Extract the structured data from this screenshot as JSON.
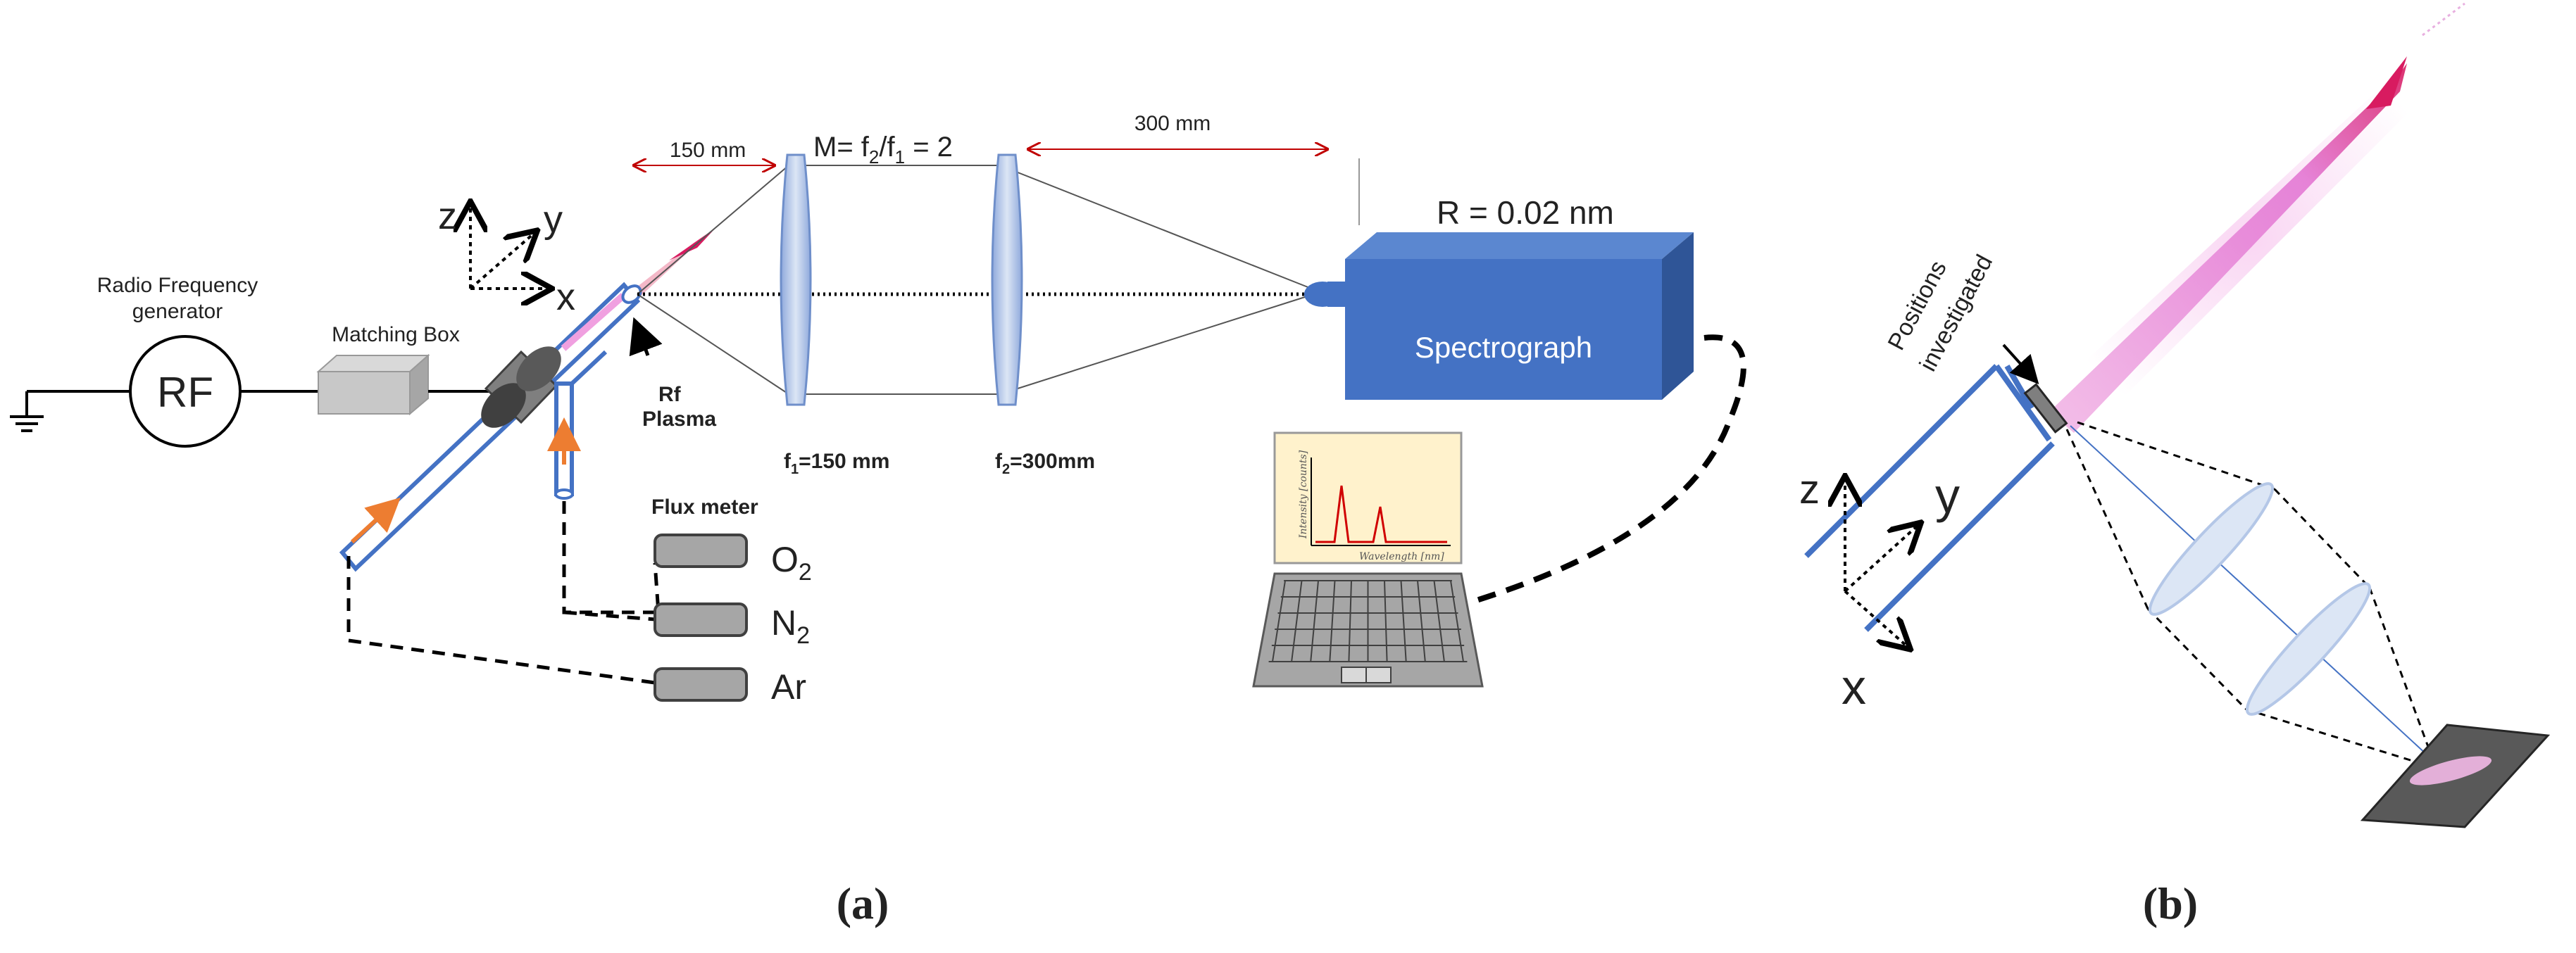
{
  "panel_a": {
    "rf_label": "RF",
    "rf_caption_line1": "Radio Frequency",
    "rf_caption_line2": "generator",
    "matching_box": "Matching Box",
    "flux_meter": "Flux meter",
    "gases": [
      {
        "name": "O",
        "sub": "2"
      },
      {
        "name": "N",
        "sub": "2"
      },
      {
        "name": "Ar",
        "sub": ""
      }
    ],
    "rf_plasma_line1": "Rf",
    "rf_plasma_line2": "Plasma",
    "dist_150": "150 mm",
    "dist_300": "300 mm",
    "magnification": {
      "prefix": "M= f",
      "s1": "2",
      "mid": "/f",
      "s2": "1",
      "suffix": " = 2"
    },
    "lens1": {
      "prefix": "f",
      "sub": "1",
      "suffix": "=150 mm"
    },
    "lens2": {
      "prefix": "f",
      "sub": "2",
      "suffix": "=300mm"
    },
    "resolution": "R = 0.02 nm",
    "spectrograph": "Spectrograph",
    "axis_z": "z",
    "axis_y": "y",
    "axis_x": "x",
    "chart_ylabel": "Intensity [counts]",
    "chart_xlabel": "Wavelength [nm]",
    "caption": "(a)"
  },
  "panel_b": {
    "positions_line1": "Positions",
    "positions_line2": "investigated",
    "axis_z": "z",
    "axis_y": "y",
    "axis_x": "x",
    "caption": "(b)"
  },
  "colors": {
    "blue_tube": "#4472C4",
    "spectrograph_front": "#4472C4",
    "lens": "#B4C7E7",
    "plasma": "#E060C0",
    "arrow_red": "#C00000",
    "arrow_orange": "#ED7D31",
    "gray_box": "#A6A6A6"
  }
}
